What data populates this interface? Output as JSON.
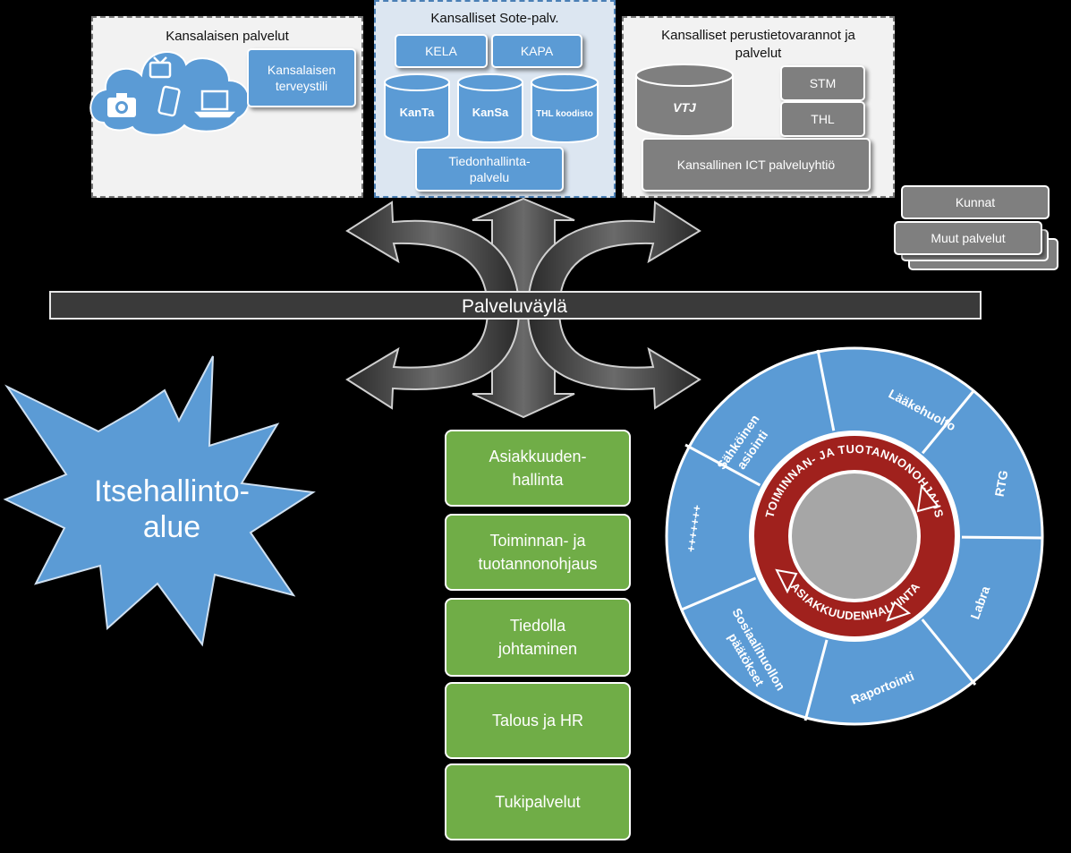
{
  "citizen_panel": {
    "title": "Kansalaisen palvelut",
    "button": "Kansalaisen terveystili",
    "icons": [
      "tv-icon",
      "camera-icon",
      "phone-icon",
      "laptop-icon"
    ]
  },
  "sote_panel": {
    "title": "Kansalliset Sote-palv.",
    "kela": "KELA",
    "kapa": "KAPA",
    "kanta": "KanTa",
    "kansa": "KanSa",
    "thl_koodisto": "THL koodisto",
    "tiedonhallinta": "Tiedonhallinta-palvelu"
  },
  "national_panel": {
    "title": "Kansalliset perustietovarannot ja palvelut",
    "vtj": "VTJ",
    "stm": "STM",
    "thl": "THL",
    "ict": "Kansallinen ICT palveluyhtiö"
  },
  "side_stack": {
    "kunnat": "Kunnat",
    "muut": "Muut palvelut"
  },
  "bus": {
    "label": "Palveluväylä"
  },
  "starburst": {
    "label_line1": "Itsehallinto-",
    "label_line2": "alue"
  },
  "green_list": [
    {
      "line1": "Asiakkuuden-",
      "line2": "hallinta"
    },
    {
      "line1": "Toiminnan- ja",
      "line2": "tuotannonohjaus"
    },
    {
      "line1": "Tiedolla",
      "line2": "johtaminen"
    },
    {
      "line1": "Talous ja HR",
      "line2": ""
    },
    {
      "line1": "Tukipalvelut",
      "line2": ""
    }
  ],
  "wheel": {
    "segments": [
      "Lääkehuolto",
      "RTG",
      "Labra",
      "Raportointi",
      "Sosiaalihuollon päätökset",
      "+++++++",
      "Sähköinen asiointi"
    ],
    "inner_top": "TOIMINNAN- JA TUOTANNONOHJAUS",
    "inner_bottom": "ASIAKKUUDENHALLINTA"
  },
  "colors": {
    "blue": "#5b9bd5",
    "green": "#70ad47",
    "grey": "#7f7f7f",
    "dark_red": "#a0211d",
    "panel_bg": "#f2f2f2",
    "sote_bg": "#dce6f1"
  }
}
